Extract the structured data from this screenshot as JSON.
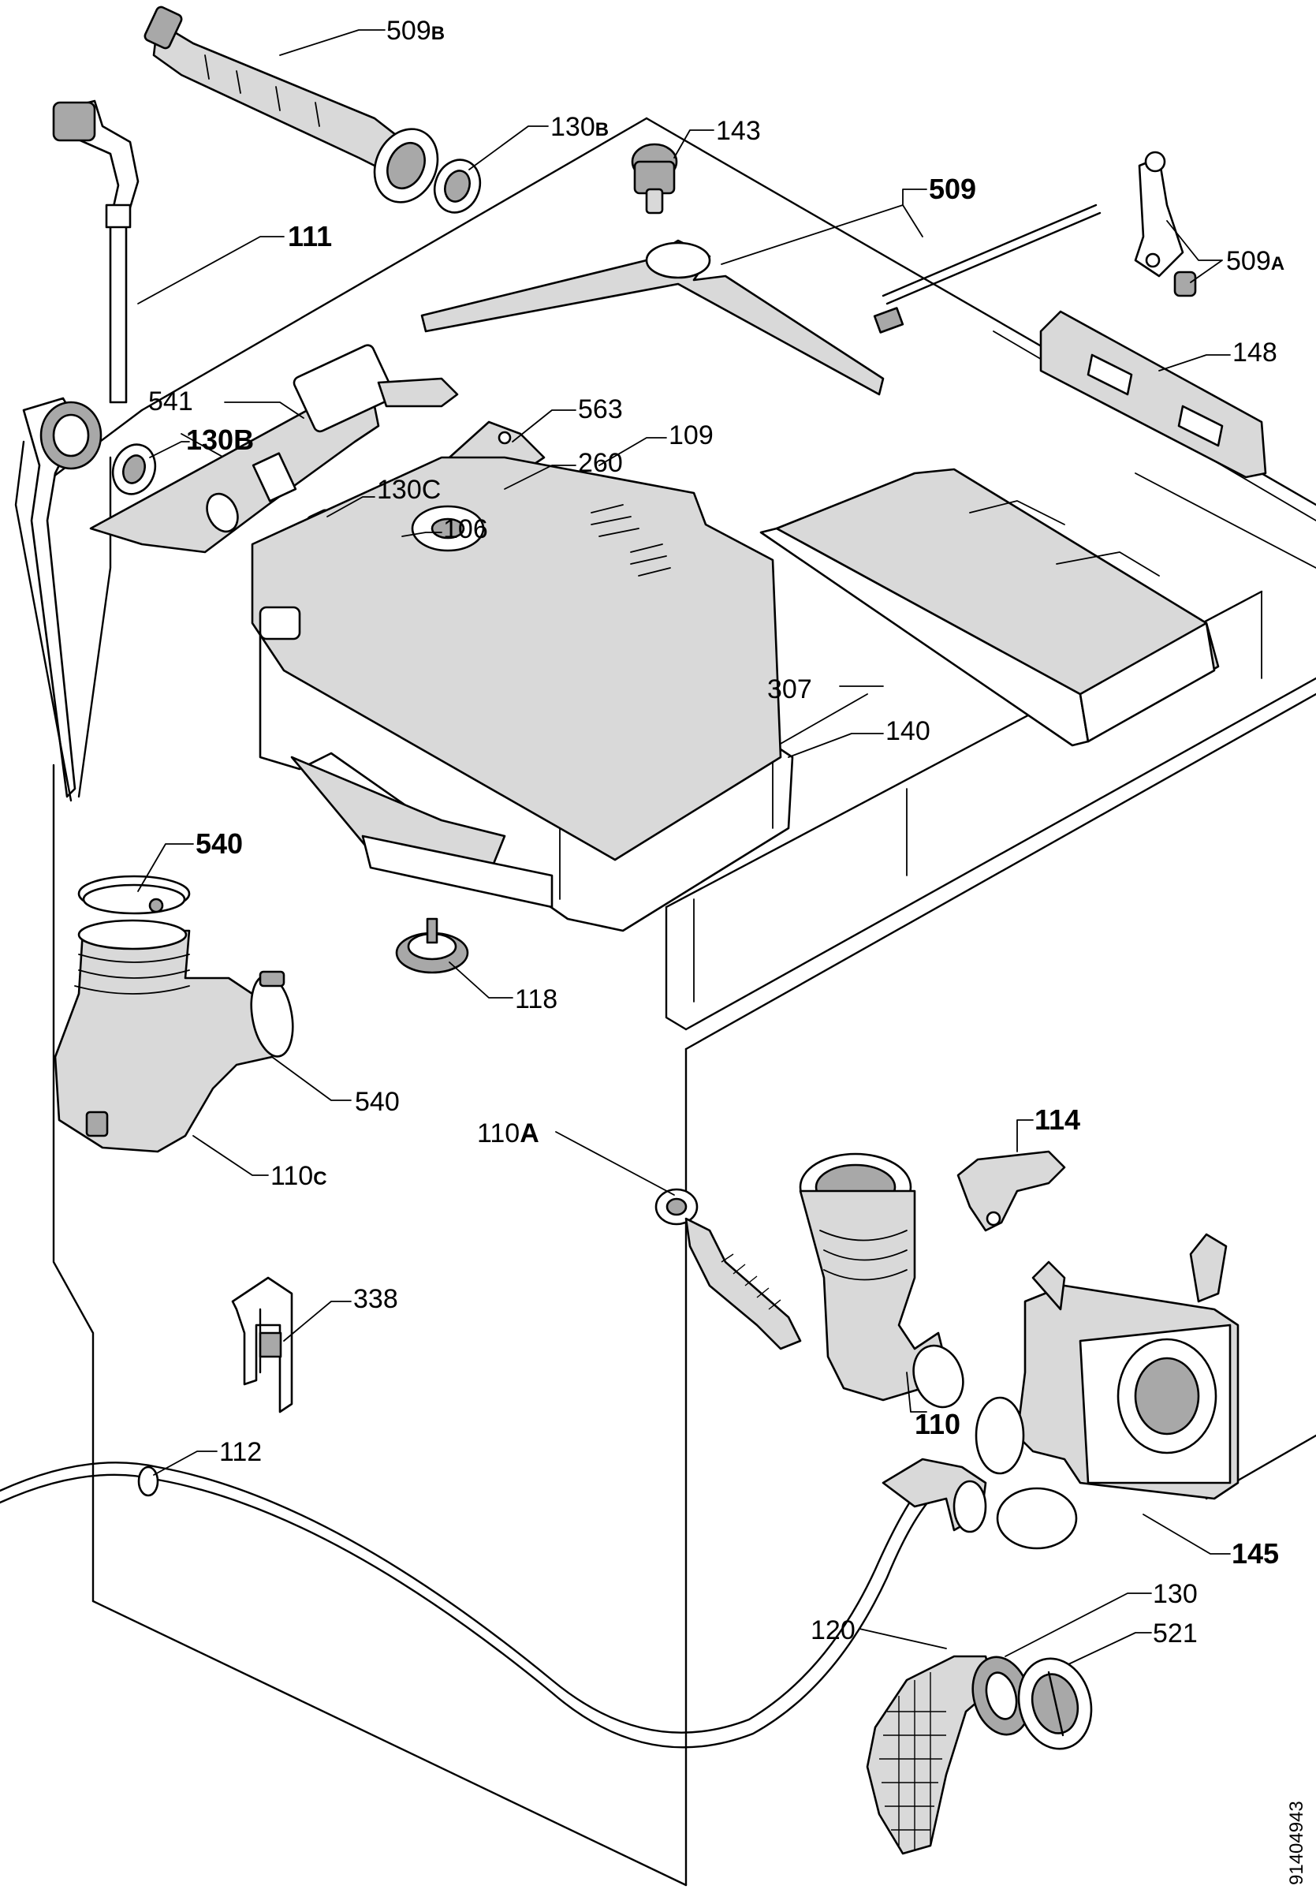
{
  "labels": {
    "l509b": "509",
    "l509b_suffix": "B",
    "l130b_top": "130",
    "l130b_top_suffix": "B",
    "l143": "143",
    "l509": "509",
    "l111": "111",
    "l509a": "509",
    "l509a_suffix": "A",
    "l148": "148",
    "l541": "541",
    "l130b_mid": "130B",
    "l563": "563",
    "l260": "260",
    "l130c": "130C",
    "l106": "106",
    "l109": "109",
    "l307": "307",
    "l140": "140",
    "l540_top": "540",
    "l118": "118",
    "l540_mid": "540",
    "l110c": "110",
    "l110c_suffix": "C",
    "l110a": "110",
    "l110a_suffix": "A",
    "l114": "114",
    "l338": "338",
    "l110": "110",
    "l112": "112",
    "l145": "145",
    "l130": "130",
    "l120": "120",
    "l521": "521"
  },
  "document_code": "91404943"
}
